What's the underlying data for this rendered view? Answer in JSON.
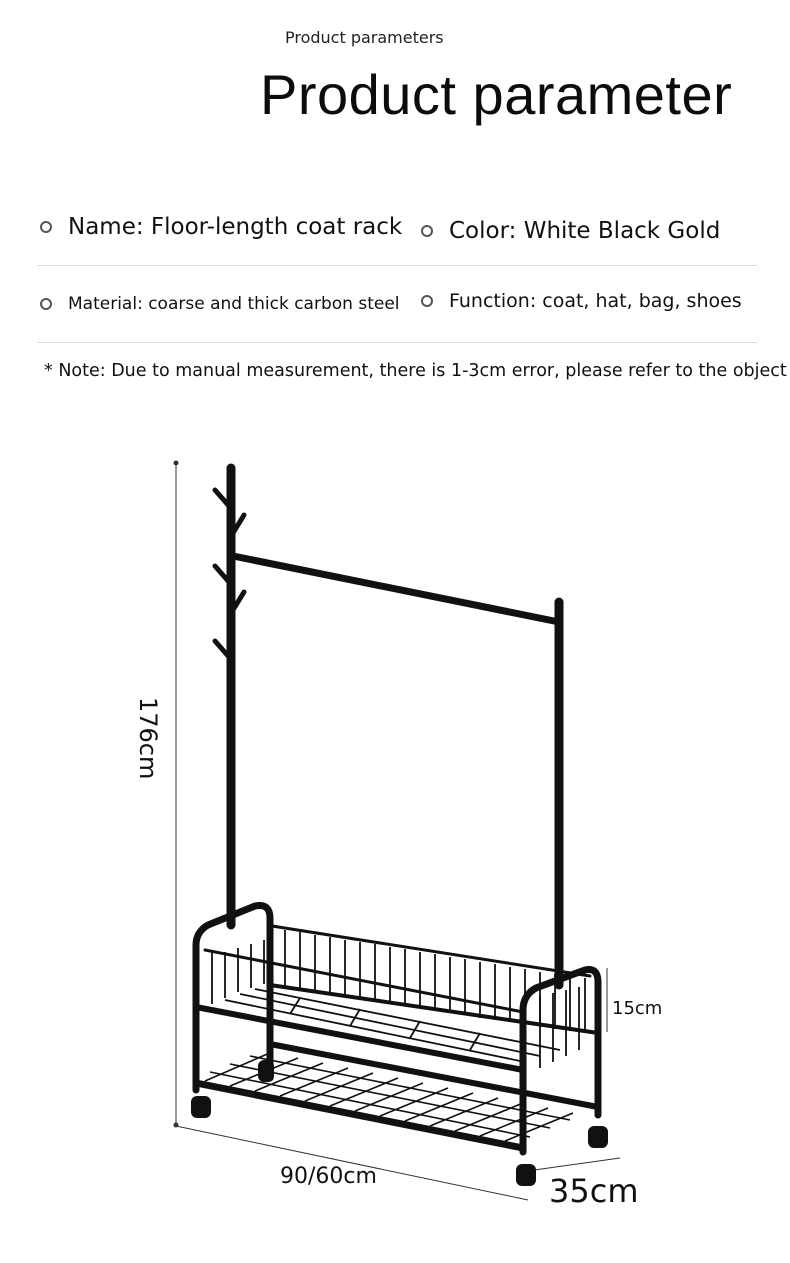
{
  "header": {
    "small_title": "Product parameters",
    "title": "Product parameter"
  },
  "parameters": [
    {
      "text": "Name: Floor-length coat rack"
    },
    {
      "text": "Color: White Black Gold"
    },
    {
      "text": "Material: coarse and thick carbon steel"
    },
    {
      "text": "Function: coat, hat, bag, shoes"
    }
  ],
  "note": "* Note: Due to manual measurement, there is 1-3cm error, please refer to the object",
  "dimensions": {
    "height": "176cm",
    "basket_height": "15cm",
    "width": "90/60cm",
    "depth": "35cm"
  },
  "colors": {
    "frame": "#111111",
    "text": "#111111",
    "divider": "#dcdcdc"
  }
}
